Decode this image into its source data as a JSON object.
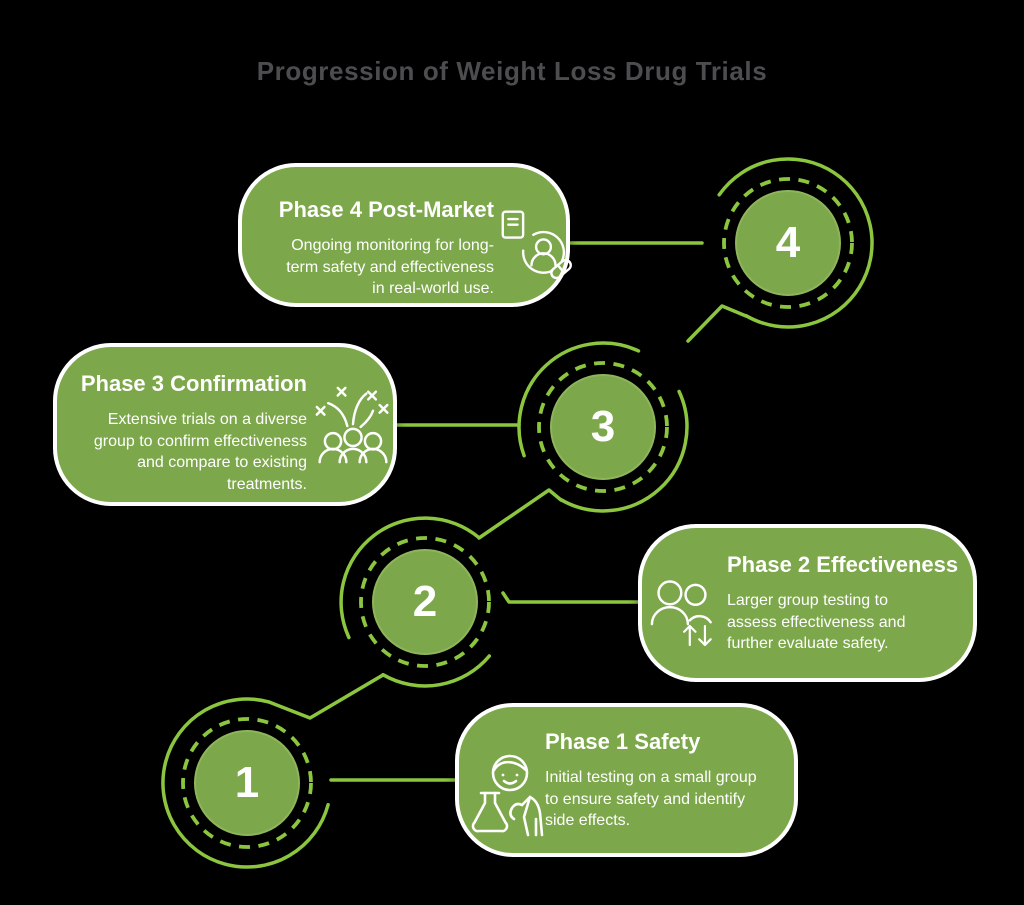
{
  "page": {
    "title": "Progression of Weight Loss Drug Trials"
  },
  "colors": {
    "background": "#000000",
    "card_green": "#7CA74A",
    "ring_green": "#8CC63F",
    "title_gray": "#4D4D4F",
    "text_white": "#FFFFFF"
  },
  "phases": [
    {
      "number": "1",
      "title": "Phase 1 Safety",
      "description": "Initial testing on a small group to ensure safety and identify side effects.",
      "icon": "scientist-flask-icon"
    },
    {
      "number": "2",
      "title": "Phase 2 Effectiveness",
      "description": "Larger group testing to assess effectiveness and further evaluate safety.",
      "icon": "two-people-arrows-icon"
    },
    {
      "number": "3",
      "title": "Phase 3 Confirmation",
      "description": "Extensive trials on a diverse group to confirm effectiveness and compare to existing treatments.",
      "icon": "crowd-celebration-icon"
    },
    {
      "number": "4",
      "title": "Phase 4 Post-Market",
      "description": "Ongoing monitoring for long-term safety and effectiveness in real-world use.",
      "icon": "document-person-pill-icon"
    }
  ]
}
